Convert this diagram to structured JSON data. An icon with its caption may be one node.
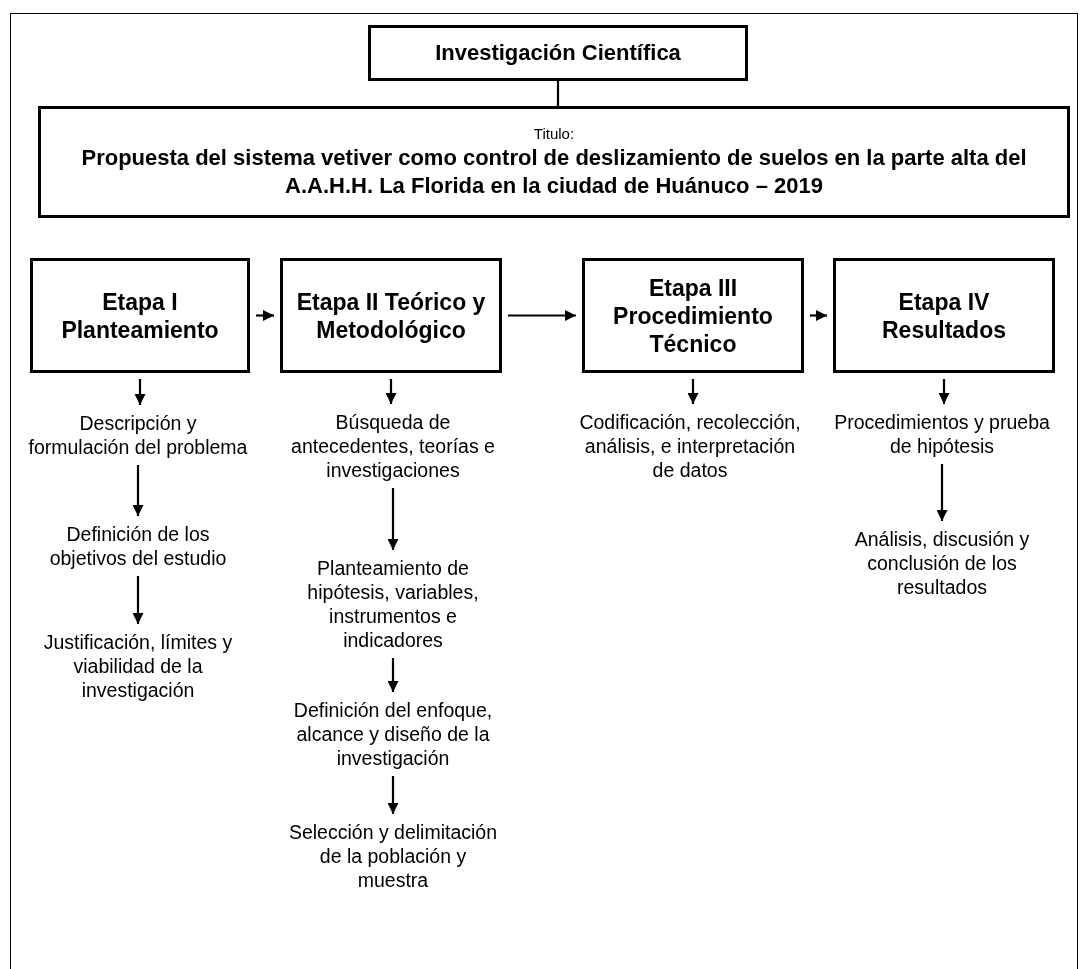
{
  "diagram": {
    "nodes": [
      {
        "text": [
          "Investigación Científica"
        ]
      },
      {
        "text": [
          "Titulo:",
          "Propuesta del sistema vetiver como control de deslizamiento de suelos en la parte alta del A.A.H.H. La Florida en la ciudad de Huánuco – 2019"
        ]
      },
      {
        "text": [
          "Etapa I Planteamiento"
        ]
      },
      {
        "text": [
          "Etapa II Teórico y Metodológico"
        ]
      },
      {
        "text": [
          "Etapa III Procedimiento Técnico"
        ]
      },
      {
        "text": [
          "Etapa IV Resultados"
        ]
      },
      {
        "text": [
          "Descripción y formulación del problema"
        ]
      },
      {
        "text": [
          "Definición de los objetivos del estudio"
        ]
      },
      {
        "text": [
          "Justificación, límites y viabilidad de la investigación"
        ]
      },
      {
        "text": [
          "Búsqueda de antecedentes, teorías e investigaciones"
        ]
      },
      {
        "text": [
          "Planteamiento de hipótesis, variables, instrumentos e indicadores"
        ]
      },
      {
        "text": [
          "Definición del enfoque, alcance y diseño de la investigación"
        ]
      },
      {
        "text": [
          "Selección y delimitación de la población y muestra"
        ]
      },
      {
        "text": [
          "Codificación, recolección, análisis, e interpretación de datos"
        ]
      },
      {
        "text": [
          "Procedimientos y prueba de hipótesis"
        ]
      },
      {
        "text": [
          "Análisis, discusión y conclusión de los resultados"
        ]
      }
    ],
    "edges": [
      {
        "from": 0,
        "to": 1,
        "arrow": "none"
      },
      {
        "from": 2,
        "to": 3,
        "arrow": "to"
      },
      {
        "from": 3,
        "to": 4,
        "arrow": "to"
      },
      {
        "from": 4,
        "to": 5,
        "arrow": "to"
      },
      {
        "from": 2,
        "to": 6,
        "arrow": "to"
      },
      {
        "from": 6,
        "to": 7,
        "arrow": "to"
      },
      {
        "from": 7,
        "to": 8,
        "arrow": "to"
      },
      {
        "from": 3,
        "to": 9,
        "arrow": "to"
      },
      {
        "from": 9,
        "to": 10,
        "arrow": "to"
      },
      {
        "from": 10,
        "to": 11,
        "arrow": "to"
      },
      {
        "from": 11,
        "to": 12,
        "arrow": "to"
      },
      {
        "from": 4,
        "to": 13,
        "arrow": "to"
      },
      {
        "from": 5,
        "to": 14,
        "arrow": "to"
      },
      {
        "from": 14,
        "to": 15,
        "arrow": "to"
      }
    ]
  }
}
